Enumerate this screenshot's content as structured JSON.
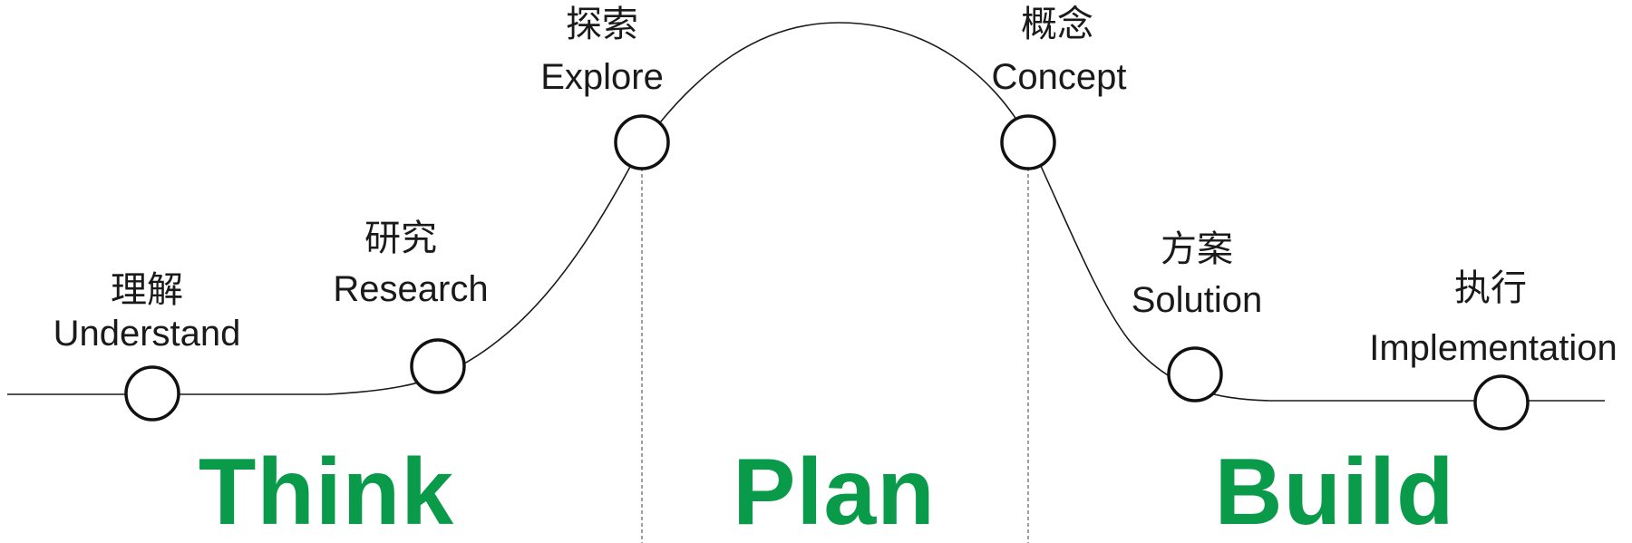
{
  "colors": {
    "phase_green": "#0a9b4a",
    "line": "#1a1a1a"
  },
  "stages": [
    {
      "cn": "理解",
      "en": "Understand"
    },
    {
      "cn": "研究",
      "en": "Research"
    },
    {
      "cn": "探索",
      "en": "Explore"
    },
    {
      "cn": "概念",
      "en": "Concept"
    },
    {
      "cn": "方案",
      "en": "Solution"
    },
    {
      "cn": "执行",
      "en": "Implementation"
    }
  ],
  "phases": [
    {
      "label": "Think"
    },
    {
      "label": "Plan"
    },
    {
      "label": "Build"
    }
  ]
}
